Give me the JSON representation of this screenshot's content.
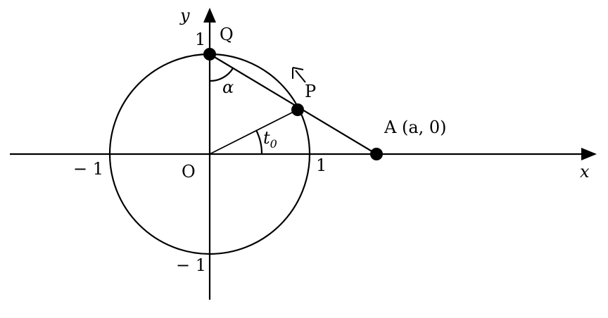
{
  "labels": {
    "y_axis": "y",
    "x_axis": "x",
    "origin": "O",
    "point_q": "Q",
    "point_p": "P",
    "point_a": "A (a, 0)",
    "y_tick_pos": "1",
    "x_tick_pos": "1",
    "x_tick_neg": "− 1",
    "y_tick_neg": "− 1",
    "alpha": "α",
    "t_main": "t",
    "t_sub": "0"
  },
  "colors": {
    "ink": "#000000",
    "background": "#ffffff"
  }
}
